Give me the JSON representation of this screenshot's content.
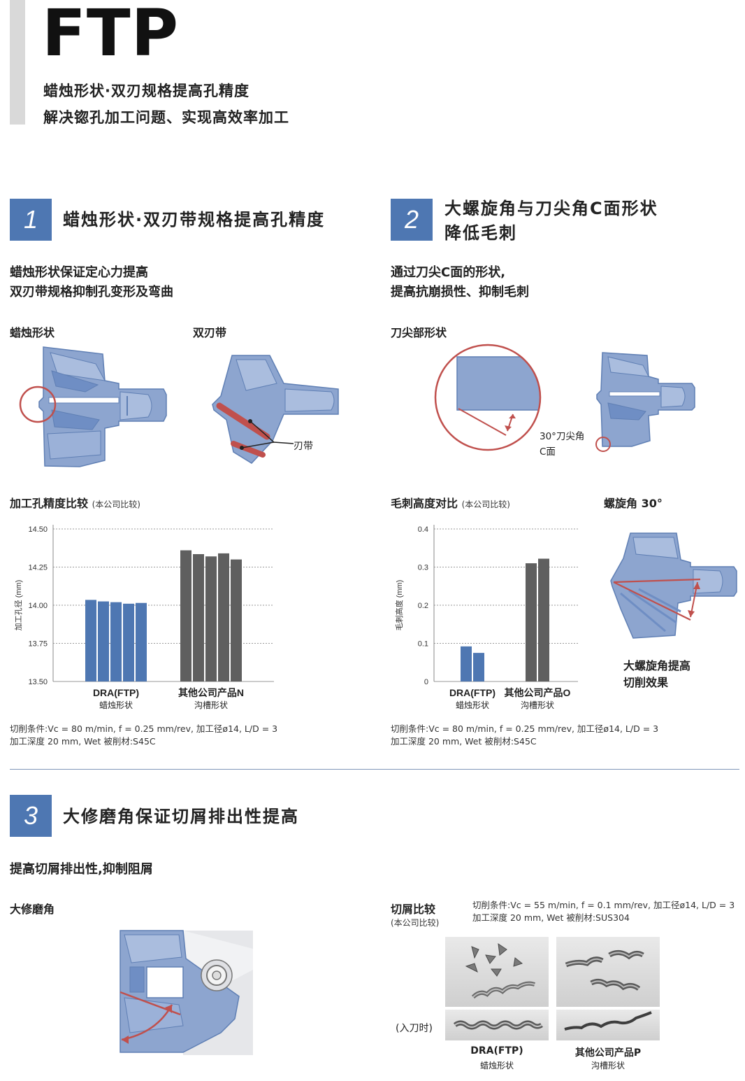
{
  "header": {
    "title": "FTP",
    "subtitle_line1": "蜡烛形状·双刃规格提高孔精度",
    "subtitle_line2": "解决锪孔加工问题、实现高效率加工"
  },
  "section1": {
    "number": "1",
    "title": "蜡烛形状·双刃带规格提高孔精度",
    "lead_line1": "蜡烛形状保证定心力提高",
    "lead_line2": "双刃带规格抑制孔变形及弯曲",
    "fig1_label": "蜡烛形状",
    "fig2_label": "双刃带",
    "fig2_callout": "刃带",
    "chart_title": "加工孔精度比较",
    "chart_title_note": "(本公司比较)",
    "note_line1": "切削条件:Vc = 80 m/min, f = 0.25 mm/rev, 加工径ø14, L/D = 3",
    "note_line2": "加工深度 20 mm, Wet  被削材:S45C"
  },
  "section2": {
    "number": "2",
    "title_line1": "大螺旋角与刀尖角C面形状",
    "title_line2": "降低毛刺",
    "lead_line1": "通过刀尖C面的形状,",
    "lead_line2": "提高抗崩损性、抑制毛刺",
    "fig_label": "刀尖部形状",
    "callout_line1": "30°刀尖角",
    "callout_line2": "C面",
    "chart_title": "毛刺高度对比",
    "chart_title_note": "(本公司比较)",
    "helix_label": "螺旋角 30°",
    "helix_caption_line1": "大螺旋角提高",
    "helix_caption_line2": "切削效果",
    "note_line1": "切削条件:Vc = 80 m/min, f = 0.25 mm/rev, 加工径ø14, L/D = 3",
    "note_line2": "加工深度 20 mm, Wet  被削材:S45C"
  },
  "section3": {
    "number": "3",
    "title": "大修磨角保证切屑排出性提高",
    "lead": "提高切屑排出性,抑制阻屑",
    "fig_label": "大修磨角",
    "chip_title": "切屑比较",
    "chip_title_note": "(本公司比较)",
    "chip_note_line1": "切削条件:Vc = 55 m/min, f = 0.1 mm/rev, 加工径ø14, L/D = 3",
    "chip_note_line2": "加工深度 20 mm, Wet  被削材:SUS304",
    "entry_label": "(入刀时)",
    "product1_name": "DRA(FTP)",
    "product1_shape": "蜡烛形状",
    "product2_name": "其他公司产品P",
    "product2_shape": "沟槽形状"
  },
  "colors": {
    "accent_blue": "#4e77b2",
    "tool_blue": "#8da5cf",
    "bar_gray": "#5f5f5f",
    "highlight_red": "#c0504d"
  },
  "chart_data": [
    {
      "type": "bar",
      "title": "加工孔精度比较",
      "ylabel": "加工孔径 (mm)",
      "ylim": [
        13.5,
        14.5
      ],
      "yticks": [
        "14.50",
        "14.25",
        "14.00",
        "13.75",
        "13.50"
      ],
      "grid": true,
      "categories": [
        {
          "name": "DRA(FTP)",
          "sub": "蜡烛形状"
        },
        {
          "name": "其他公司产品N",
          "sub": "沟槽形状"
        }
      ],
      "series": [
        {
          "color": "#4e77b2",
          "values": [
            14.035,
            14.025,
            14.02,
            14.01,
            14.015
          ]
        },
        {
          "color": "#5f5f5f",
          "values": [
            14.36,
            14.335,
            14.32,
            14.34,
            14.3
          ]
        }
      ]
    },
    {
      "type": "bar",
      "title": "毛刺高度对比",
      "ylabel": "毛刺高度 (mm)",
      "ylim": [
        0,
        0.4
      ],
      "yticks": [
        "0.4",
        "0.3",
        "0.2",
        "0.1",
        "0"
      ],
      "grid": true,
      "categories": [
        {
          "name": "DRA(FTP)",
          "sub": "蜡烛形状"
        },
        {
          "name": "其他公司产品O",
          "sub": "沟槽形状"
        }
      ],
      "series": [
        {
          "color": "#4e77b2",
          "values": [
            0.092,
            0.075
          ]
        },
        {
          "color": "#5f5f5f",
          "values": [
            0.31,
            0.322
          ]
        }
      ]
    }
  ]
}
